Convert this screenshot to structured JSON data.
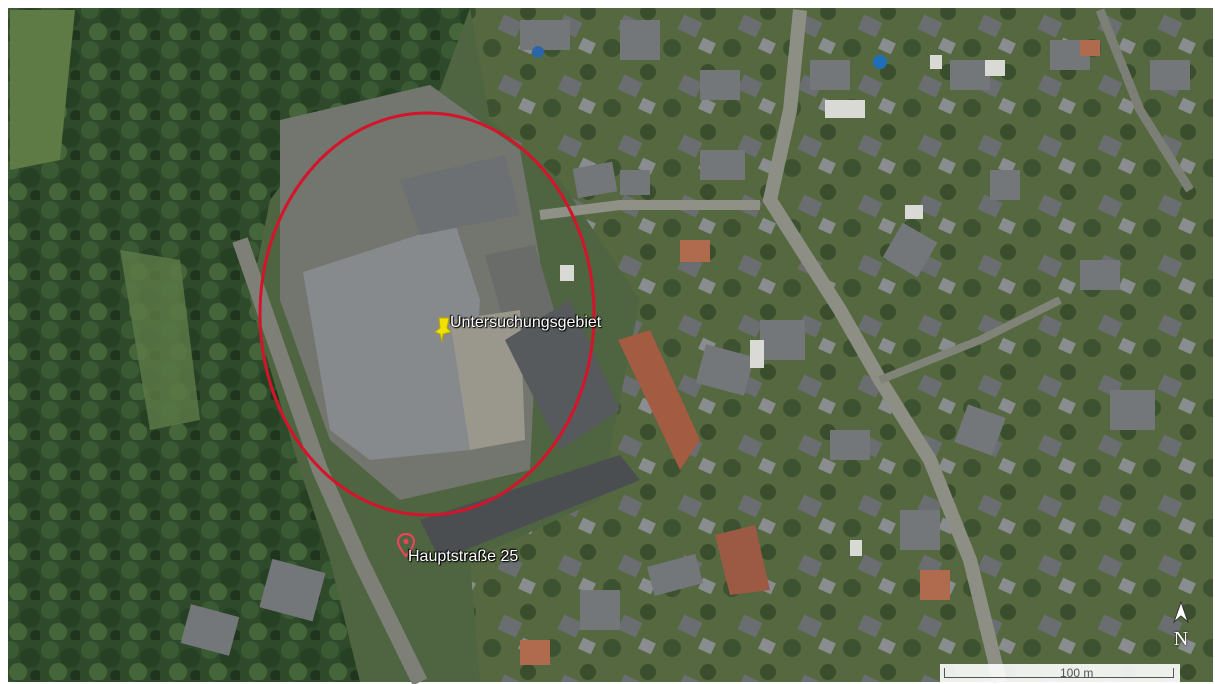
{
  "map": {
    "markers": [
      {
        "id": "study",
        "label": "Untersuchungsgebiet",
        "color": "#f2e000"
      },
      {
        "id": "address",
        "label": "Hauptstraße 25",
        "color": "#e8455a"
      }
    ],
    "highlight_color": "#d4142a",
    "north_label": "N",
    "scale_label": "100 m"
  }
}
